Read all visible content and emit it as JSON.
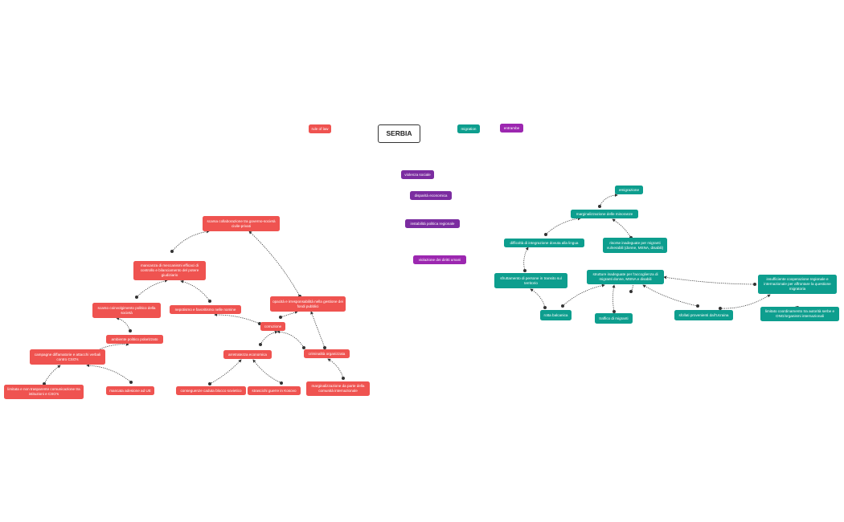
{
  "title": "SERBIA",
  "legend": {
    "rule_of_law": "rule of law",
    "migration": "migration",
    "entrambe": "entrambe"
  },
  "purple_nodes": {
    "violenza_sociale": "violenza sociale",
    "disparita_economica": "disparità economica",
    "instabilita_politica": "instabilità politica regionale",
    "violazione_diritti": "violazione dei diritti umani"
  },
  "red_nodes": {
    "scarsa_collaborazione": "scarsa collaborazione tra governo-società civile-privati",
    "mancanza_meccanismi": "mancanza di meccanismi efficaci di controllo e bilanciamento del potere giudiziario",
    "scarso_coinvolgimento": "scarso coinvolgimento politico della società",
    "nepotismo": "nepotismo e favoritismo nelle nomine",
    "opacita": "opacità e irresponsabilità nella gestione dei fondi pubblici",
    "corruzione": "corruzione",
    "ambiente_polarizzato": "ambiente politico polarizzato",
    "campagne_diffamatorie": "campagne diffamatorie e attacchi verbali contro CSO's",
    "limitata_comunicazione": "limitata e non trasparente comunicazione tra istituzioni e CSO's",
    "mancata_adesione": "mancata adesione ad UE",
    "arretratezza": "arretratezza economica",
    "criminalita": "criminalità organizzata",
    "conseguenze_blocco": "conseguenze caduta blocco sovietico",
    "strascichi_guerre": "strascichi guerre in Kosovo",
    "marginalizzazione_comunita": "marginalizzazione da parte della comunità internazionale"
  },
  "teal_nodes": {
    "emigrazione": "emigrazione",
    "marginalizzazione_minoranze": "marginalizzazione delle minoranze",
    "difficolta_integrazione": "difficoltà di integrazione dovuta alla lingua",
    "risorse_inadeguate": "risorse inadeguate per migranti vulnerabili (donne, MSNA, disabili)",
    "sfruttamento": "sfruttamento di persone in transito sul territorio",
    "strutture_inadeguate": "strutture inadeguate per l'accoglienza di migranti donne, MSNA e disabili",
    "insufficiente_cooperazione": "insufficiente cooperazione regionale e internazionale per affrontare la questione migratoria",
    "rotta_balcanica": "rotta balcanica",
    "traffico_migranti": "traffico di migranti",
    "sfollati_ucraina": "sfollati provenienti dall'Ucraina",
    "limitato_coordinamento": "limitato coordinamento tra autorità serbe e ONG/organismi internazionali"
  },
  "colors": {
    "rule_of_law": "#ef5350",
    "migration": "#0d9e8e",
    "entrambe": "#9c27b0",
    "purple_nodes": "#7b2ca0",
    "connector": "#333333"
  }
}
